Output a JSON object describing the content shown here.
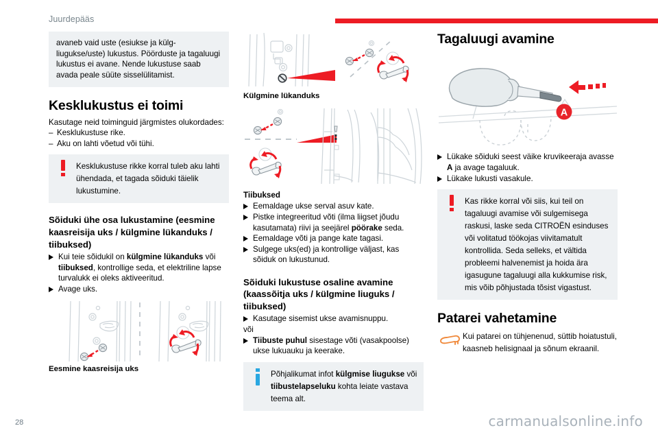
{
  "header": {
    "section_title": "Juurdepääs",
    "rule_color": "#ed1c24"
  },
  "footer": {
    "page_number": "28",
    "watermark": "carmanualsonline.info"
  },
  "colors": {
    "accent_red": "#ed1c24",
    "info_blue": "#29a7e1",
    "key_orange": "#f08a3c",
    "callout_bg": "#eef1f3"
  },
  "column_left": {
    "intro_box": {
      "text": "avaneb vaid uste (esiukse ja külg-liugukse/uste) lukustus. Pöörduste ja tagaluugi lukustus ei avane. Nende lukustuse saab avada peale süüte sisselülitamist."
    },
    "heading_central_locking": "Kesklukustus ei toimi",
    "central_locking_intro": "Kasutage neid toiminguid järgmistes olukordades:",
    "central_locking_items": [
      "Kesklukustuse rike.",
      "Aku on lahti võetud või tühi."
    ],
    "warning_central_locking": {
      "icon": "warning-icon",
      "text": "Kesklukustuse rikke korral tuleb aku lahti ühendada, et tagada sõiduki täielik lukustumine."
    },
    "heading_partial_lock": "Sõiduki ühe osa lukustamine (eesmine kaasreisija uks / külgmine lükanduks / tiibuksed)",
    "partial_lock_steps": [
      {
        "pre": "Kui teie sõidukil on ",
        "bold1": "külgmine lükanduks",
        "mid": " või ",
        "bold2": "tiibuksed",
        "post": ", kontrollige seda, et elektriline lapse turvalukk ei oleks aktiveeritud."
      },
      {
        "pre": "Avage uks.",
        "bold1": "",
        "mid": "",
        "bold2": "",
        "post": ""
      }
    ],
    "figure_caption": "Eesmine kaasreisija uks",
    "figure_name": "front-passenger-door-lock-illustration"
  },
  "column_middle": {
    "figure_top_name": "sliding-door-lock-illustration",
    "figure_top_caption": "Külgmine lükanduks",
    "figure_second_name": "hinged-doors-lock-illustration",
    "heading_hinged_doors": "Tiibuksed",
    "hinged_door_steps": [
      {
        "pre": "Eemaldage ukse serval asuv kate.",
        "bold1": "",
        "mid": "",
        "bold2": "",
        "post": ""
      },
      {
        "pre": "Pistke integreeritud võti (ilma liigset jõudu kasutamata) riivi ja seejärel ",
        "bold1": "pöörake",
        "mid": "",
        "bold2": "",
        "post": " seda."
      },
      {
        "pre": "Eemaldage võti ja pange kate tagasi.",
        "bold1": "",
        "mid": "",
        "bold2": "",
        "post": ""
      },
      {
        "pre": "Sulgege uks(ed) ja kontrollige väljast, kas sõiduk on lukustunud.",
        "bold1": "",
        "mid": "",
        "bold2": "",
        "post": ""
      }
    ],
    "heading_partial_unlock": "Sõiduki lukustuse osaline avamine (kaassõitja uks / külgmine liuguks / tiibuksed)",
    "partial_unlock_step_1": "Kasutage sisemist ukse avamisnuppu.",
    "partial_unlock_or": "või",
    "partial_unlock_step_2": {
      "bold1": "Tiibuste puhul",
      "post": " sisestage võti (vasakpoolse) ukse lukuauku ja keerake."
    },
    "info_box": {
      "icon": "info-icon",
      "pre": "Põhjalikumat infot ",
      "bold1": "külgmise liugukse",
      "mid": " või ",
      "bold2": "tiibustelapseluku",
      "post": " kohta leiate vastava teema alt."
    }
  },
  "column_right": {
    "heading_tailgate": "Tagaluugi avamine",
    "figure_name": "tailgate-screwdriver-illustration",
    "figure_callout_label": "A",
    "tailgate_steps": [
      {
        "pre": "Lükake sõiduki seest väike kruvikeeraja avasse ",
        "bold1": "A",
        "mid": "",
        "bold2": "",
        "post": " ja avage tagaluuk."
      },
      {
        "pre": "Lükake lukusti vasakule.",
        "bold1": "",
        "mid": "",
        "bold2": "",
        "post": ""
      }
    ],
    "warning_tailgate": {
      "icon": "warning-icon",
      "text": "Kas rikke korral või siis, kui teil on tagaluugi avamise või sulgemisega raskusi, laske seda CITROËN esinduses või volitatud töökojas viivitamatult kontrollida. Seda selleks, et vältida probleemi halvenemist ja hoida ära igasugune tagaluugi alla kukkumise risk, mis võib põhjustada tõsist vigastust."
    },
    "heading_battery": "Patarei vahetamine",
    "battery_tip": {
      "icon": "key-icon",
      "text": "Kui patarei on tühjenenud, süttib hoiatustuli, kaasneb helisignaal ja sõnum ekraanil."
    }
  }
}
